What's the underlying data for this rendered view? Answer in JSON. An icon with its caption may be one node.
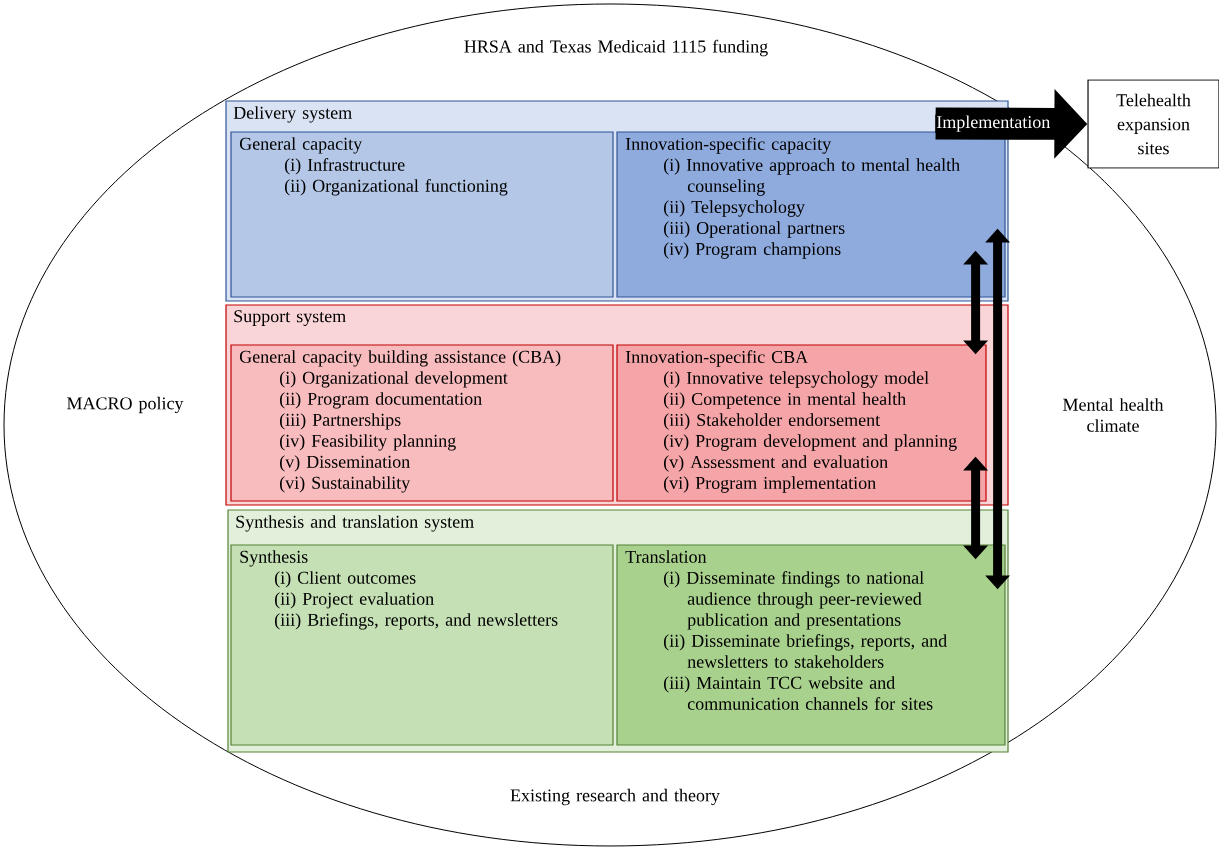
{
  "diagram": {
    "nodes": [
      {
        "text": [
          "HRSA and Texas Medicaid 1115 funding",
          "MACRO policy",
          "Mental health climate",
          "Existing research and theory"
        ]
      },
      {
        "text": [
          "Delivery system"
        ],
        "in": 0
      },
      {
        "text": [
          "General capacity",
          "(i) Infrastructure",
          "(ii) Organizational functioning"
        ],
        "in": 1
      },
      {
        "text": [
          "Innovation-specific capacity",
          "(i) Innovative approach to mental health counseling",
          "(ii) Telepsychology",
          "(iii) Operational partners",
          "(iv) Program champions"
        ],
        "in": 1
      },
      {
        "text": [
          "Support system"
        ],
        "in": 0
      },
      {
        "text": [
          "General capacity building assistance (CBA)",
          "(i) Organizational development",
          "(ii) Program documentation",
          "(iii) Partnerships",
          "(iv) Feasibility planning",
          "(v) Dissemination",
          "(vi) Sustainability"
        ],
        "in": 4
      },
      {
        "text": [
          "Innovation-specific CBA",
          "(i) Innovative telepsychology model",
          "(ii) Competence in mental health",
          "(iii) Stakeholder endorsement",
          "(iv) Program development and planning",
          "(v) Assessment and evaluation",
          "(vi) Program implementation"
        ],
        "in": 4
      },
      {
        "text": [
          "Synthesis and translation system"
        ],
        "in": 0
      },
      {
        "text": [
          "Synthesis",
          "(i) Client outcomes",
          "(ii) Project evaluation",
          "(iii) Briefings, reports, and newsletters"
        ],
        "in": 7
      },
      {
        "text": [
          "Translation",
          "(i) Disseminate findings to national audience through peer-reviewed publication and presentations",
          "(ii) Disseminate briefings, reports, and newsletters to stakeholders",
          "(iii) Maintain TCC website and communication channels for sites"
        ],
        "in": 7
      },
      {
        "text": [
          "Telehealth expansion sites"
        ]
      }
    ],
    "edges": [
      {
        "from": 3,
        "to": 10,
        "arrow": "to",
        "label": "Implementation",
        "style": "thick"
      },
      {
        "from": 3,
        "to": 6,
        "arrow": "both"
      },
      {
        "from": 3,
        "to": 9,
        "arrow": "both"
      },
      {
        "from": 6,
        "to": 9,
        "arrow": "both"
      }
    ]
  }
}
